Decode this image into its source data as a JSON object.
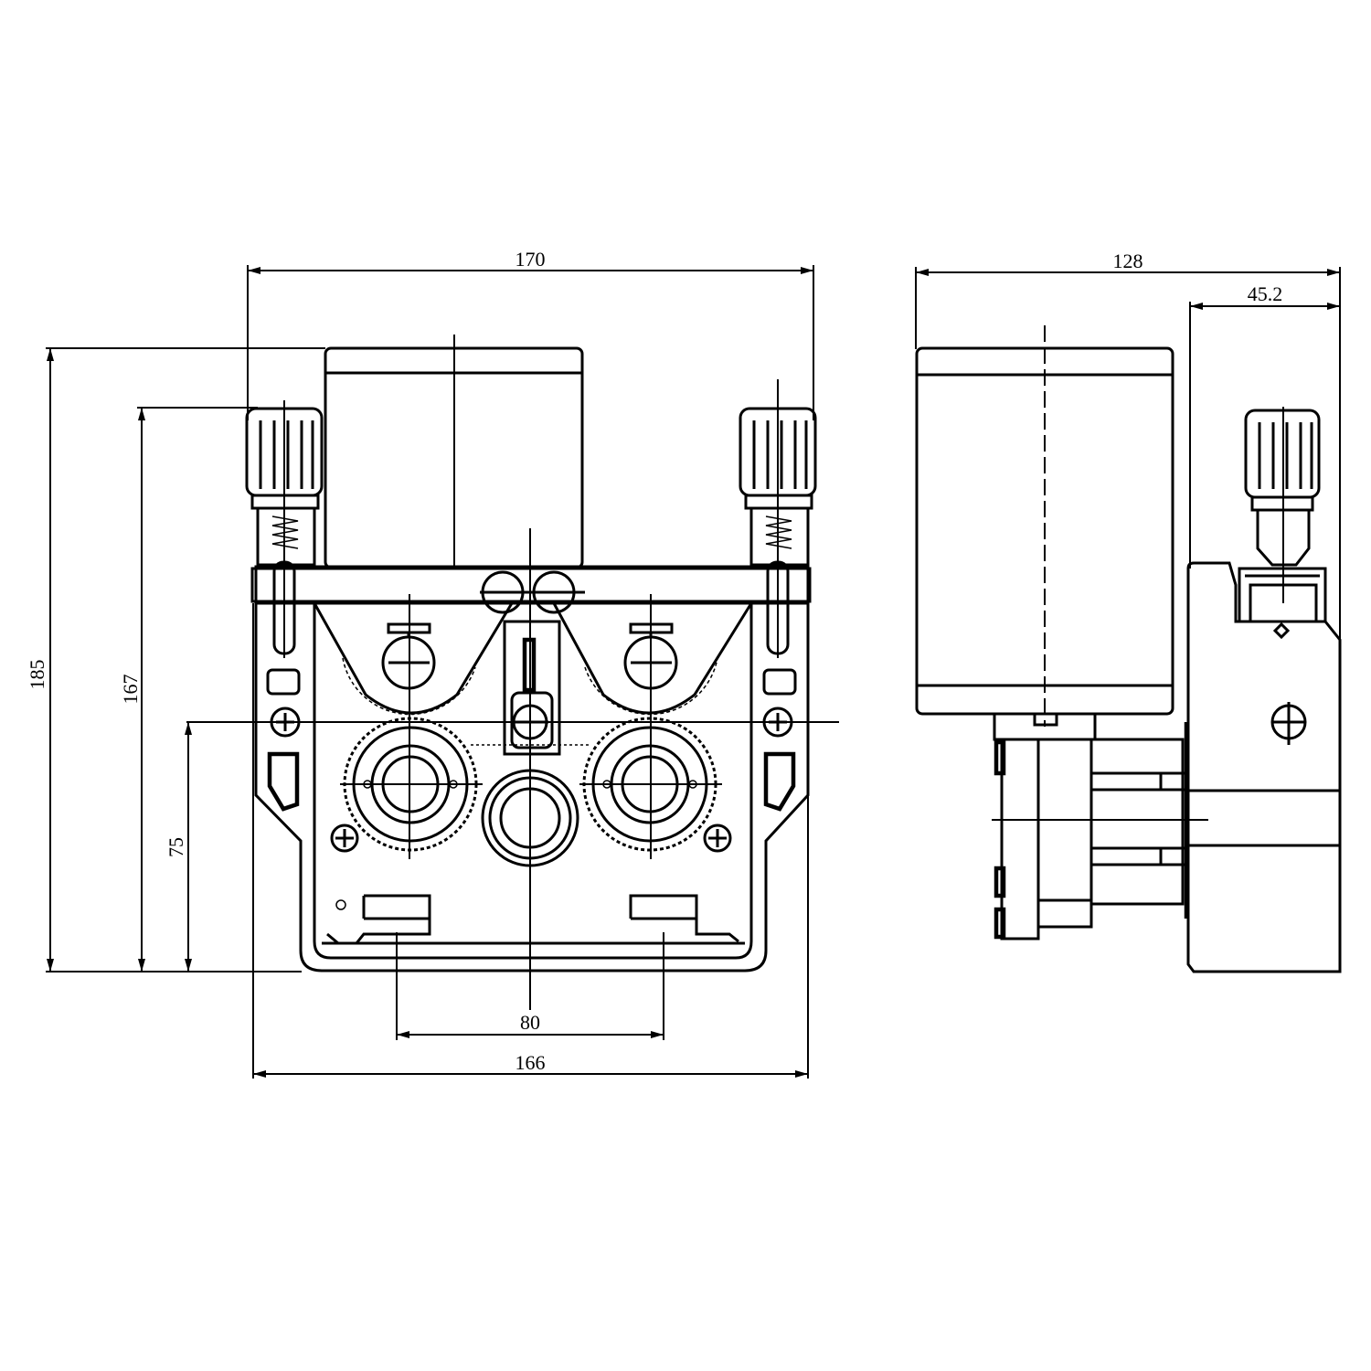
{
  "dimensions": {
    "front_top_width": "170",
    "front_height_total": "185",
    "front_height_rolls": "167",
    "front_height_center": "75",
    "front_mount_spacing": "80",
    "front_base_width": "166",
    "side_total_width": "128",
    "side_housing_width": "45.2"
  }
}
